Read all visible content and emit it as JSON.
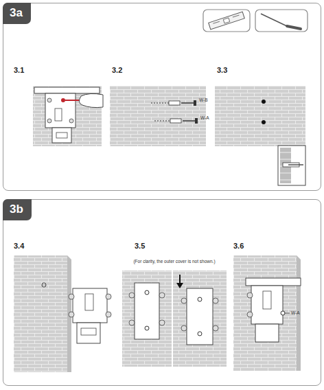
{
  "diagram": {
    "nodes": [
      {
        "text": [
          "3a"
        ]
      },
      {
        "text": [
          "3b"
        ]
      }
    ],
    "labels": [
      "3.1",
      "3.2",
      "W-B",
      "W-A",
      "3.3",
      "3.4",
      "3.5",
      "(For clarity, the outer cover is not shown.)",
      "3.6",
      "W-A"
    ]
  }
}
